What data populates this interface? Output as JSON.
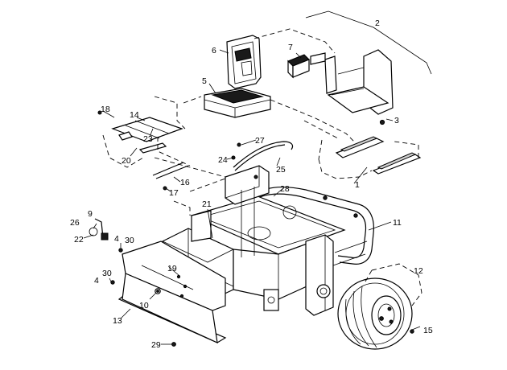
{
  "callouts": [
    {
      "id": "c1",
      "label": "1"
    },
    {
      "id": "c2",
      "label": "2"
    },
    {
      "id": "c3",
      "label": "3"
    },
    {
      "id": "c4a",
      "label": "4"
    },
    {
      "id": "c4b",
      "label": "4"
    },
    {
      "id": "c5",
      "label": "5"
    },
    {
      "id": "c6",
      "label": "6"
    },
    {
      "id": "c7",
      "label": "7"
    },
    {
      "id": "c9",
      "label": "9"
    },
    {
      "id": "c10",
      "label": "10"
    },
    {
      "id": "c11",
      "label": "11"
    },
    {
      "id": "c12",
      "label": "12"
    },
    {
      "id": "c13",
      "label": "13"
    },
    {
      "id": "c14",
      "label": "14"
    },
    {
      "id": "c15",
      "label": "15"
    },
    {
      "id": "c16",
      "label": "16"
    },
    {
      "id": "c17",
      "label": "17"
    },
    {
      "id": "c18",
      "label": "18"
    },
    {
      "id": "c19",
      "label": "19"
    },
    {
      "id": "c20",
      "label": "20"
    },
    {
      "id": "c21",
      "label": "21"
    },
    {
      "id": "c22",
      "label": "22"
    },
    {
      "id": "c23",
      "label": "23"
    },
    {
      "id": "c24",
      "label": "24"
    },
    {
      "id": "c25",
      "label": "25"
    },
    {
      "id": "c26",
      "label": "26"
    },
    {
      "id": "c27",
      "label": "27"
    },
    {
      "id": "c28",
      "label": "28"
    },
    {
      "id": "c29",
      "label": "29"
    },
    {
      "id": "c30a",
      "label": "30"
    },
    {
      "id": "c30b",
      "label": "30"
    }
  ]
}
